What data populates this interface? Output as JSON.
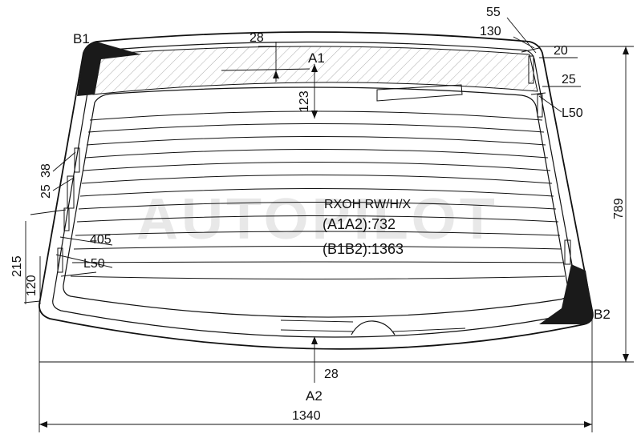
{
  "product": {
    "code": "RXOH RW/H/X",
    "a1a2": "(A1A2):732",
    "b1b2": "(B1B2):1363"
  },
  "watermark": "AUTOPILOT",
  "points": {
    "a1": "A1",
    "a2": "A2",
    "b1": "B1",
    "b2": "B2"
  },
  "dimensions": {
    "top_28": "28",
    "bottom_28": "28",
    "d123": "123",
    "d55": "55",
    "d130": "130",
    "d20": "20",
    "d25_right": "25",
    "l50_right": "L50",
    "d789": "789",
    "d38": "38",
    "d25_left": "25",
    "d405": "405",
    "l50_left": "L50",
    "d215": "215",
    "d120": "120",
    "d1340": "1340"
  },
  "colors": {
    "line": "#111111",
    "hatch": "#9a9a9a",
    "ceramic": "#1a1a1a",
    "watermark": "#e8e8e8"
  }
}
